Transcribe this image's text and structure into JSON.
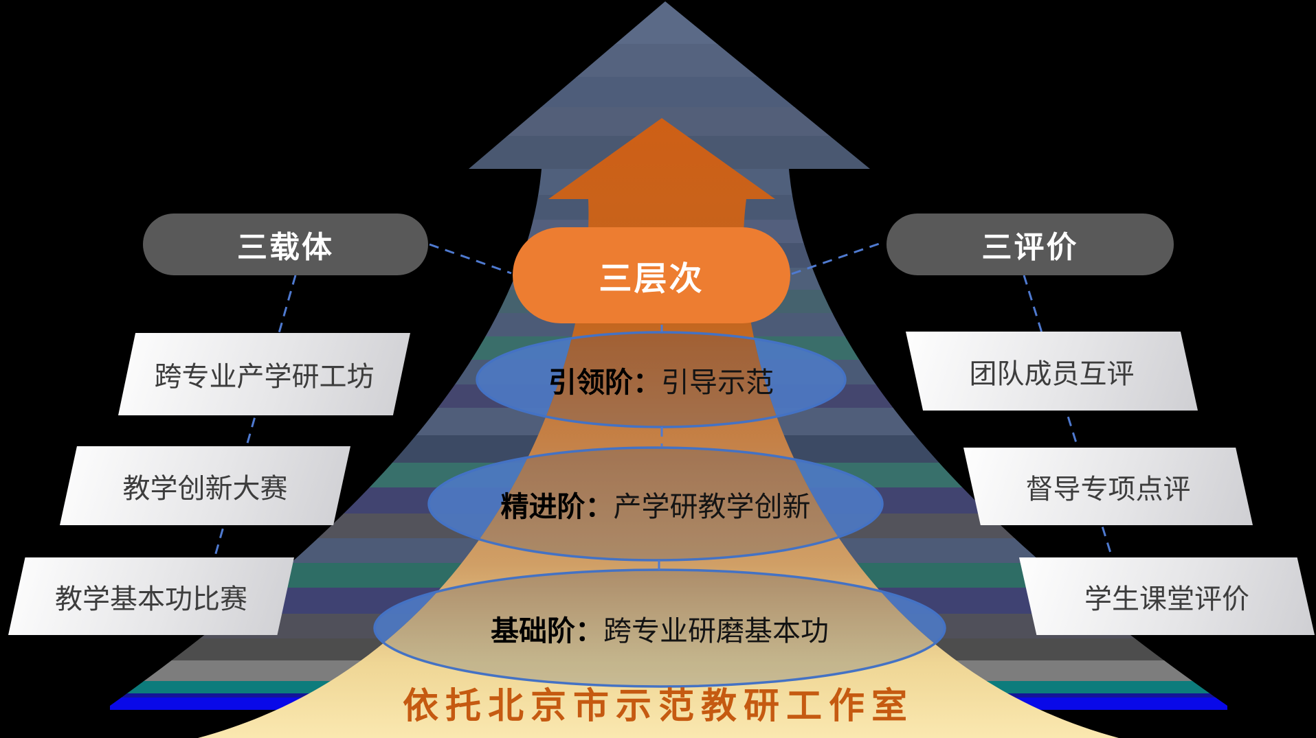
{
  "pills": {
    "left": "三载体",
    "center": "三层次",
    "right": "三评价"
  },
  "left_items": [
    "跨专业产学研工坊",
    "教学创新大赛",
    "教学基本功比赛"
  ],
  "right_items": [
    "团队成员互评",
    "督导专项点评",
    "学生课堂评价"
  ],
  "levels": [
    {
      "label": "引领阶：",
      "desc": "引导示范"
    },
    {
      "label": "精进阶：",
      "desc": "产学研教学创新"
    },
    {
      "label": "基础阶：",
      "desc": "跨专业研磨基本功"
    }
  ],
  "base_title": "依托北京市示范教研工作室",
  "colors": {
    "accent_orange": "#ED7D31",
    "deep_orange": "#C55A11",
    "pill_gray": "#595959",
    "connector_blue": "#4472C4",
    "ellipse_blue": "#4472C4"
  }
}
